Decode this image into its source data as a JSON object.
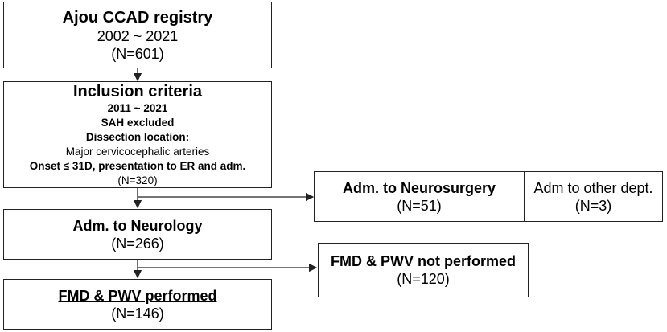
{
  "registry": {
    "title": "Ajou CCAD registry",
    "years": "2002 ~ 2021",
    "count": "(N=601)"
  },
  "inclusion": {
    "title": "Inclusion criteria",
    "years": "2011 ~ 2021",
    "sah": "SAH excluded",
    "location_label": "Dissection location:",
    "location_value": "Major cervicocephalic arteries",
    "onset": "Onset ≤ 31D, presentation to ER and adm.",
    "count": "(N=320)"
  },
  "neurosurgery": {
    "title": "Adm. to Neurosurgery",
    "count": "(N=51)"
  },
  "other_dept": {
    "title": "Adm to other dept.",
    "count": "(N=3)"
  },
  "neurology": {
    "title": "Adm. to Neurology",
    "count": "(N=266)"
  },
  "not_performed": {
    "title": "FMD & PWV not performed",
    "count": "(N=120)"
  },
  "performed": {
    "title": "FMD & PWV performed",
    "count": "(N=146)"
  }
}
